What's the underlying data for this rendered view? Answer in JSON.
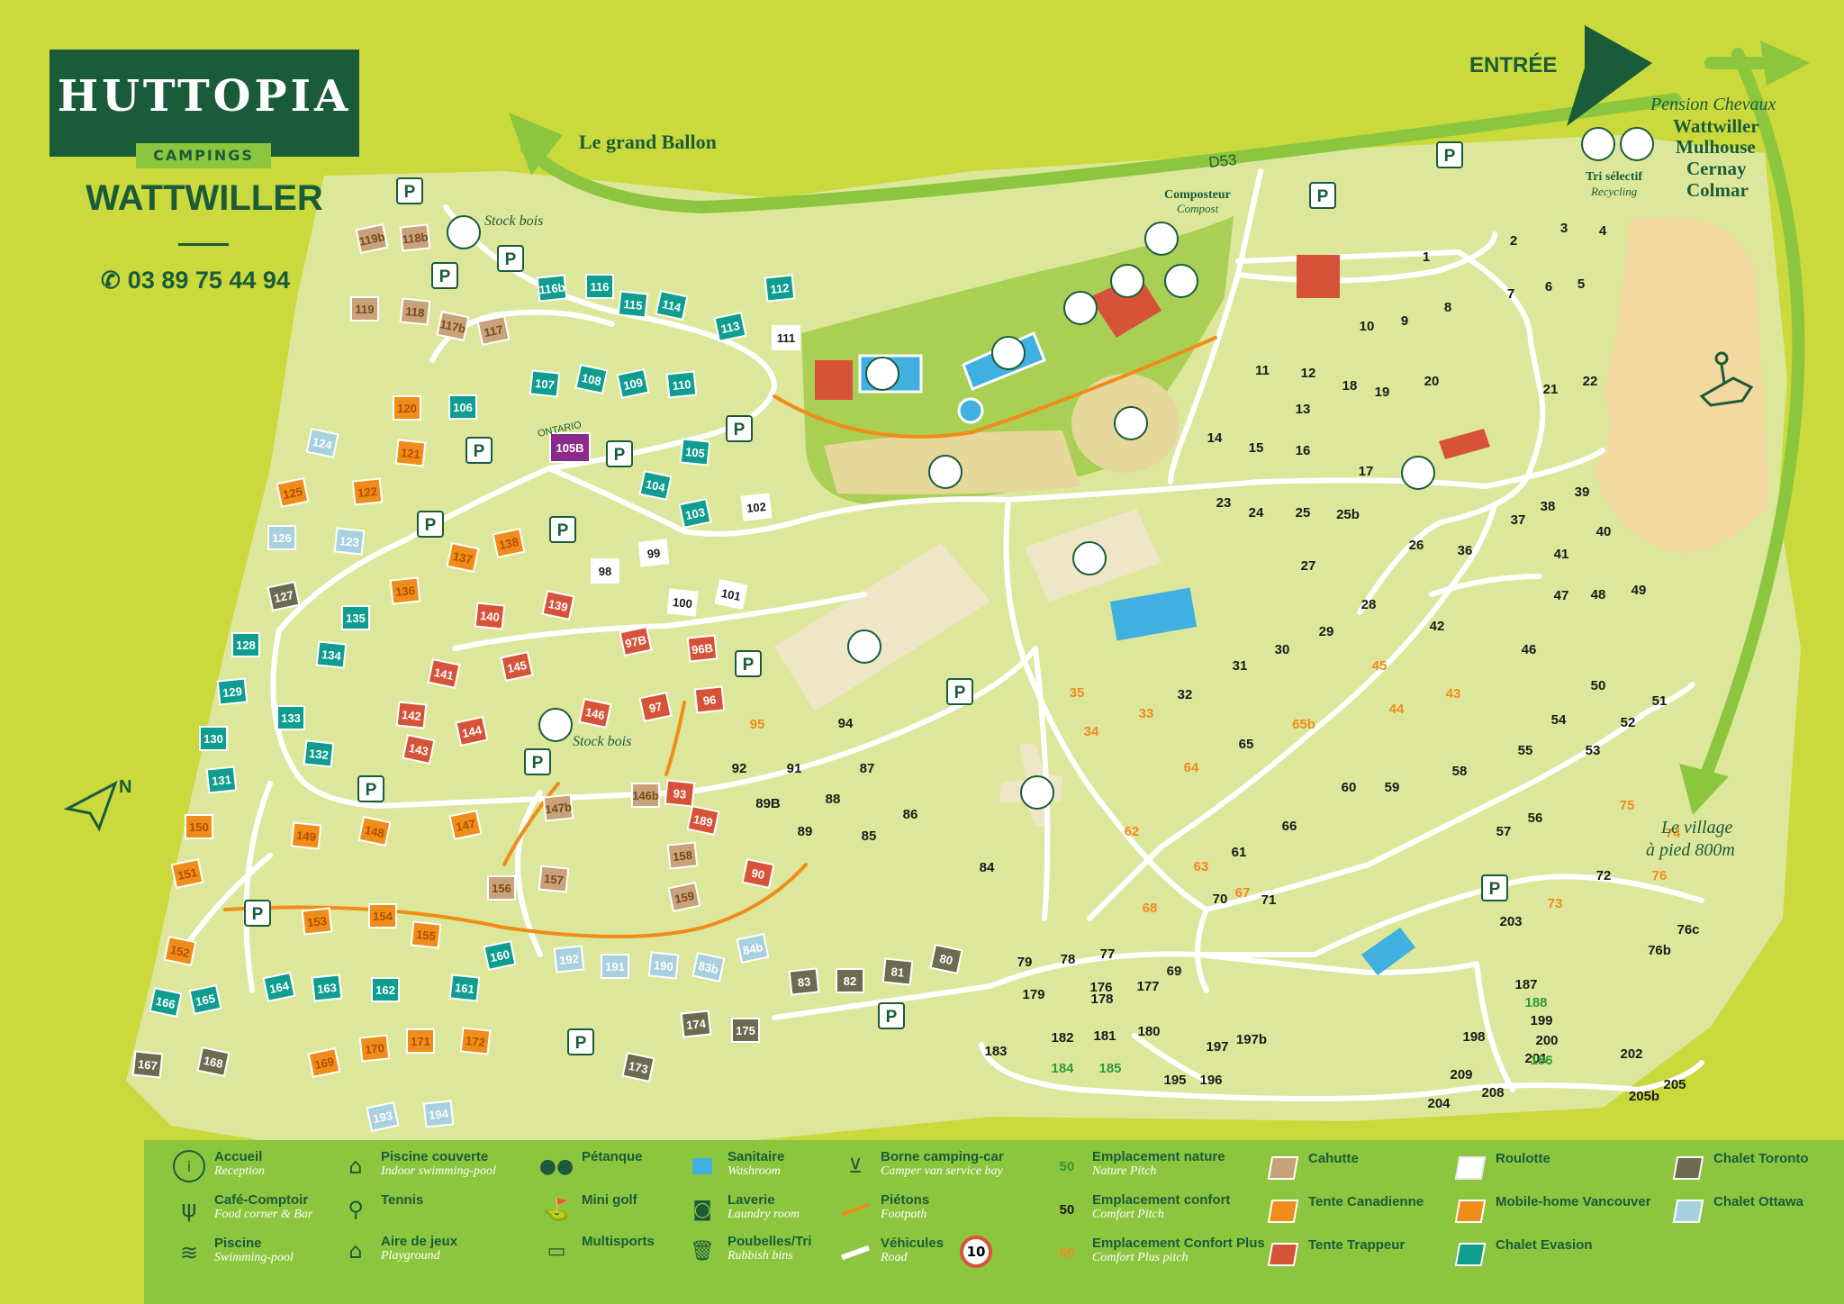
{
  "brand": {
    "name": "HUTTOPIA",
    "sub": "CAMPINGS",
    "site": "WATTWILLER",
    "phone": "03 89 75 44 94"
  },
  "map_labels": {
    "entree": "ENTRÉE",
    "grand_ballon": "Le grand Ballon",
    "d53": "D53",
    "pension": "Pension Chevaux",
    "towns": [
      "Wattwiller",
      "Mulhouse",
      "Cernay",
      "Colmar"
    ],
    "tri_title": "Tri sélectif",
    "tri_sub": "Recycling",
    "compost_title": "Composteur",
    "compost_sub": "Compost",
    "stock_bois_1": "Stock bois",
    "stock_bois_2": "Stock bois",
    "village": [
      "Le village",
      "à pied 800m"
    ],
    "north": "N",
    "ontario": "ONTARIO",
    "parking": "P"
  },
  "colors": {
    "background": "#cad93b",
    "camp": "#dde79c",
    "road": "#ffffff",
    "arrow": "#8cc63f",
    "dark_green": "#1a5c3a",
    "pool": "#3fb0e0",
    "roof": "#d6533a",
    "footpath": "#f08c1a",
    "sand": "#f3d9a0",
    "cahutte": "#c8a27a",
    "tente_canadienne": "#f08c1a",
    "tente_trappeur": "#d6533a",
    "roulotte": "#ffffff",
    "mobile_home": "#f08c1a",
    "chalet_evasion": "#0e9d8f",
    "chalet_toronto": "#6b6b52",
    "chalet_ottawa": "#a8d1df",
    "nature_pitch": "#2e9a3a",
    "comfort_plus": "#f08c1a"
  },
  "icons": [
    "reception-icon",
    "cafe-icon",
    "swimming-pool-icon",
    "indoor-pool-icon",
    "tennis-icon",
    "playground-icon",
    "petanque-icon",
    "minigolf-icon",
    "multisports-icon",
    "washroom-icon",
    "laundry-icon",
    "bin-icon",
    "camper-service-icon",
    "speed-limit-icon",
    "horse-rider-icon",
    "north-arrow-icon",
    "phone-icon"
  ],
  "units": [
    {
      "n": "119b",
      "t": "cahutte"
    },
    {
      "n": "118b",
      "t": "cahutte"
    },
    {
      "n": "119",
      "t": "cahutte"
    },
    {
      "n": "118",
      "t": "cahutte"
    },
    {
      "n": "117b",
      "t": "cahutte"
    },
    {
      "n": "117",
      "t": "cahutte"
    },
    {
      "n": "116b",
      "t": "evasion"
    },
    {
      "n": "116",
      "t": "evasion"
    },
    {
      "n": "115",
      "t": "evasion"
    },
    {
      "n": "114",
      "t": "evasion"
    },
    {
      "n": "113",
      "t": "evasion"
    },
    {
      "n": "112",
      "t": "evasion"
    },
    {
      "n": "111",
      "t": "roulotte"
    },
    {
      "n": "107",
      "t": "evasion"
    },
    {
      "n": "108",
      "t": "evasion"
    },
    {
      "n": "109",
      "t": "evasion"
    },
    {
      "n": "110",
      "t": "evasion"
    },
    {
      "n": "106",
      "t": "evasion"
    },
    {
      "n": "105",
      "t": "evasion"
    },
    {
      "n": "104",
      "t": "evasion"
    },
    {
      "n": "103",
      "t": "evasion"
    },
    {
      "n": "102",
      "t": "roulotte"
    },
    {
      "n": "120",
      "t": "mobilehome"
    },
    {
      "n": "121",
      "t": "mobilehome"
    },
    {
      "n": "124",
      "t": "ottawa"
    },
    {
      "n": "125",
      "t": "mobilehome"
    },
    {
      "n": "122",
      "t": "mobilehome"
    },
    {
      "n": "126",
      "t": "ottawa"
    },
    {
      "n": "123",
      "t": "ottawa"
    },
    {
      "n": "137",
      "t": "mobilehome"
    },
    {
      "n": "138",
      "t": "mobilehome"
    },
    {
      "n": "99",
      "t": "roulotte"
    },
    {
      "n": "98",
      "t": "roulotte"
    },
    {
      "n": "100",
      "t": "roulotte"
    },
    {
      "n": "101",
      "t": "roulotte"
    },
    {
      "n": "127",
      "t": "toronto"
    },
    {
      "n": "136",
      "t": "mobilehome"
    },
    {
      "n": "135",
      "t": "evasion"
    },
    {
      "n": "140",
      "t": "trappeur"
    },
    {
      "n": "139",
      "t": "trappeur"
    },
    {
      "n": "97B",
      "t": "trappeur"
    },
    {
      "n": "96B",
      "t": "trappeur"
    },
    {
      "n": "128",
      "t": "evasion"
    },
    {
      "n": "134",
      "t": "evasion"
    },
    {
      "n": "141",
      "t": "trappeur"
    },
    {
      "n": "145",
      "t": "trappeur"
    },
    {
      "n": "129",
      "t": "evasion"
    },
    {
      "n": "133",
      "t": "evasion"
    },
    {
      "n": "142",
      "t": "trappeur"
    },
    {
      "n": "146",
      "t": "trappeur"
    },
    {
      "n": "97",
      "t": "trappeur"
    },
    {
      "n": "96",
      "t": "trappeur"
    },
    {
      "n": "130",
      "t": "evasion"
    },
    {
      "n": "132",
      "t": "evasion"
    },
    {
      "n": "143",
      "t": "trappeur"
    },
    {
      "n": "144",
      "t": "trappeur"
    },
    {
      "n": "131",
      "t": "evasion"
    },
    {
      "n": "150",
      "t": "mobilehome"
    },
    {
      "n": "149",
      "t": "mobilehome"
    },
    {
      "n": "148",
      "t": "mobilehome"
    },
    {
      "n": "147",
      "t": "mobilehome"
    },
    {
      "n": "147b",
      "t": "cahutte"
    },
    {
      "n": "146b",
      "t": "cahutte"
    },
    {
      "n": "93",
      "t": "trappeur"
    },
    {
      "n": "189",
      "t": "trappeur"
    },
    {
      "n": "151",
      "t": "mobilehome"
    },
    {
      "n": "158",
      "t": "cahutte"
    },
    {
      "n": "156",
      "t": "cahutte"
    },
    {
      "n": "157",
      "t": "cahutte"
    },
    {
      "n": "90",
      "t": "trappeur"
    },
    {
      "n": "159",
      "t": "cahutte"
    },
    {
      "n": "153",
      "t": "mobilehome"
    },
    {
      "n": "154",
      "t": "mobilehome"
    },
    {
      "n": "155",
      "t": "mobilehome"
    },
    {
      "n": "152",
      "t": "mobilehome"
    },
    {
      "n": "160",
      "t": "evasion"
    },
    {
      "n": "192",
      "t": "ottawa"
    },
    {
      "n": "191",
      "t": "ottawa"
    },
    {
      "n": "190",
      "t": "ottawa"
    },
    {
      "n": "83b",
      "t": "ottawa"
    },
    {
      "n": "84b",
      "t": "ottawa"
    },
    {
      "n": "83",
      "t": "toronto"
    },
    {
      "n": "82",
      "t": "toronto"
    },
    {
      "n": "81",
      "t": "toronto"
    },
    {
      "n": "80",
      "t": "toronto"
    },
    {
      "n": "164",
      "t": "evasion"
    },
    {
      "n": "163",
      "t": "evasion"
    },
    {
      "n": "162",
      "t": "evasion"
    },
    {
      "n": "161",
      "t": "evasion"
    },
    {
      "n": "166",
      "t": "evasion"
    },
    {
      "n": "165",
      "t": "evasion"
    },
    {
      "n": "174",
      "t": "toronto"
    },
    {
      "n": "175",
      "t": "toronto"
    },
    {
      "n": "167",
      "t": "toronto"
    },
    {
      "n": "168",
      "t": "toronto"
    },
    {
      "n": "169",
      "t": "mobilehome"
    },
    {
      "n": "170",
      "t": "mobilehome"
    },
    {
      "n": "171",
      "t": "mobilehome"
    },
    {
      "n": "172",
      "t": "mobilehome"
    },
    {
      "n": "173",
      "t": "toronto"
    },
    {
      "n": "193",
      "t": "ottawa"
    },
    {
      "n": "194",
      "t": "ottawa"
    },
    {
      "n": "105B",
      "t": "ontario"
    }
  ],
  "pitches": [
    {
      "n": "1",
      "c": "confort"
    },
    {
      "n": "2",
      "c": "confort"
    },
    {
      "n": "3",
      "c": "confort"
    },
    {
      "n": "4",
      "c": "confort"
    },
    {
      "n": "5",
      "c": "confort"
    },
    {
      "n": "6",
      "c": "confort"
    },
    {
      "n": "7",
      "c": "confort"
    },
    {
      "n": "8",
      "c": "confort"
    },
    {
      "n": "9",
      "c": "confort"
    },
    {
      "n": "10",
      "c": "confort"
    },
    {
      "n": "11",
      "c": "confort"
    },
    {
      "n": "12",
      "c": "confort"
    },
    {
      "n": "13",
      "c": "confort"
    },
    {
      "n": "18",
      "c": "confort"
    },
    {
      "n": "19",
      "c": "confort"
    },
    {
      "n": "20",
      "c": "confort"
    },
    {
      "n": "21",
      "c": "confort"
    },
    {
      "n": "22",
      "c": "confort"
    },
    {
      "n": "14",
      "c": "confort"
    },
    {
      "n": "15",
      "c": "confort"
    },
    {
      "n": "16",
      "c": "confort"
    },
    {
      "n": "17",
      "c": "confort"
    },
    {
      "n": "23",
      "c": "confort"
    },
    {
      "n": "24",
      "c": "confort"
    },
    {
      "n": "25",
      "c": "confort"
    },
    {
      "n": "25b",
      "c": "confort"
    },
    {
      "n": "26",
      "c": "confort"
    },
    {
      "n": "36",
      "c": "confort"
    },
    {
      "n": "37",
      "c": "confort"
    },
    {
      "n": "38",
      "c": "confort"
    },
    {
      "n": "39",
      "c": "confort"
    },
    {
      "n": "40",
      "c": "confort"
    },
    {
      "n": "41",
      "c": "confort"
    },
    {
      "n": "27",
      "c": "confort"
    },
    {
      "n": "28",
      "c": "confort"
    },
    {
      "n": "47",
      "c": "confort"
    },
    {
      "n": "48",
      "c": "confort"
    },
    {
      "n": "49",
      "c": "confort"
    },
    {
      "n": "29",
      "c": "confort"
    },
    {
      "n": "30",
      "c": "confort"
    },
    {
      "n": "31",
      "c": "confort"
    },
    {
      "n": "42",
      "c": "confort"
    },
    {
      "n": "46",
      "c": "confort"
    },
    {
      "n": "45",
      "c": "plus"
    },
    {
      "n": "32",
      "c": "confort"
    },
    {
      "n": "33",
      "c": "plus"
    },
    {
      "n": "35",
      "c": "plus"
    },
    {
      "n": "34",
      "c": "plus"
    },
    {
      "n": "44",
      "c": "plus"
    },
    {
      "n": "43",
      "c": "plus"
    },
    {
      "n": "50",
      "c": "confort"
    },
    {
      "n": "51",
      "c": "confort"
    },
    {
      "n": "52",
      "c": "confort"
    },
    {
      "n": "54",
      "c": "confort"
    },
    {
      "n": "53",
      "c": "confort"
    },
    {
      "n": "55",
      "c": "confort"
    },
    {
      "n": "65b",
      "c": "plus"
    },
    {
      "n": "65",
      "c": "confort"
    },
    {
      "n": "64",
      "c": "plus"
    },
    {
      "n": "58",
      "c": "confort"
    },
    {
      "n": "60",
      "c": "confort"
    },
    {
      "n": "59",
      "c": "confort"
    },
    {
      "n": "95",
      "c": "plus"
    },
    {
      "n": "94",
      "c": "confort"
    },
    {
      "n": "92",
      "c": "confort"
    },
    {
      "n": "91",
      "c": "confort"
    },
    {
      "n": "87",
      "c": "confort"
    },
    {
      "n": "89B",
      "c": "confort"
    },
    {
      "n": "88",
      "c": "confort"
    },
    {
      "n": "86",
      "c": "confort"
    },
    {
      "n": "89",
      "c": "confort"
    },
    {
      "n": "85",
      "c": "confort"
    },
    {
      "n": "84",
      "c": "confort"
    },
    {
      "n": "66",
      "c": "confort"
    },
    {
      "n": "61",
      "c": "confort"
    },
    {
      "n": "63",
      "c": "plus"
    },
    {
      "n": "62",
      "c": "plus"
    },
    {
      "n": "67",
      "c": "plus"
    },
    {
      "n": "57",
      "c": "confort"
    },
    {
      "n": "56",
      "c": "confort"
    },
    {
      "n": "75",
      "c": "plus"
    },
    {
      "n": "74",
      "c": "plus"
    },
    {
      "n": "76",
      "c": "plus"
    },
    {
      "n": "72",
      "c": "confort"
    },
    {
      "n": "73",
      "c": "plus"
    },
    {
      "n": "71",
      "c": "confort"
    },
    {
      "n": "70",
      "c": "confort"
    },
    {
      "n": "203",
      "c": "confort"
    },
    {
      "n": "76c",
      "c": "confort"
    },
    {
      "n": "76b",
      "c": "confort"
    },
    {
      "n": "68",
      "c": "plus"
    },
    {
      "n": "79",
      "c": "confort"
    },
    {
      "n": "78",
      "c": "confort"
    },
    {
      "n": "77",
      "c": "confort"
    },
    {
      "n": "69",
      "c": "confort"
    },
    {
      "n": "179",
      "c": "confort"
    },
    {
      "n": "176",
      "c": "confort"
    },
    {
      "n": "177",
      "c": "confort"
    },
    {
      "n": "178",
      "c": "confort"
    },
    {
      "n": "187",
      "c": "confort"
    },
    {
      "n": "188",
      "c": "nature"
    },
    {
      "n": "199",
      "c": "confort"
    },
    {
      "n": "200",
      "c": "confort"
    },
    {
      "n": "201",
      "c": "confort"
    },
    {
      "n": "186",
      "c": "nature"
    },
    {
      "n": "180",
      "c": "confort"
    },
    {
      "n": "181",
      "c": "confort"
    },
    {
      "n": "182",
      "c": "confort"
    },
    {
      "n": "183",
      "c": "confort"
    },
    {
      "n": "197",
      "c": "confort"
    },
    {
      "n": "197b",
      "c": "confort"
    },
    {
      "n": "198",
      "c": "confort"
    },
    {
      "n": "202",
      "c": "confort"
    },
    {
      "n": "184",
      "c": "nature"
    },
    {
      "n": "185",
      "c": "nature"
    },
    {
      "n": "195",
      "c": "confort"
    },
    {
      "n": "196",
      "c": "confort"
    },
    {
      "n": "209",
      "c": "confort"
    },
    {
      "n": "204",
      "c": "confort"
    },
    {
      "n": "208",
      "c": "confort"
    },
    {
      "n": "205",
      "c": "confort"
    },
    {
      "n": "205b",
      "c": "confort"
    }
  ],
  "legend": {
    "accueil": {
      "l1": "Accueil",
      "l2": "Reception"
    },
    "cafe": {
      "l1": "Café-Comptoir",
      "l2": "Food corner & Bar"
    },
    "piscine": {
      "l1": "Piscine",
      "l2": "Swimming-pool"
    },
    "piscine_couverte": {
      "l1": "Piscine couverte",
      "l2": "Indoor swimming-pool"
    },
    "tennis": {
      "l1": "Tennis",
      "l2": ""
    },
    "aire_jeux": {
      "l1": "Aire de jeux",
      "l2": "Playground"
    },
    "petanque": {
      "l1": "Pétanque",
      "l2": ""
    },
    "minigolf": {
      "l1": "Mini golf",
      "l2": ""
    },
    "multisports": {
      "l1": "Multisports",
      "l2": ""
    },
    "sanitaire": {
      "l1": "Sanitaire",
      "l2": "Washroom"
    },
    "laverie": {
      "l1": "Laverie",
      "l2": "Laundry room"
    },
    "poubelles": {
      "l1": "Poubelles/Tri",
      "l2": "Rubbish bins"
    },
    "borne": {
      "l1": "Borne camping-car",
      "l2": "Camper van service bay"
    },
    "pietons": {
      "l1": "Piétons",
      "l2": "Footpath"
    },
    "vehicules": {
      "l1": "Véhicules",
      "l2": "Road"
    },
    "speed": "10",
    "nature": {
      "num": "50",
      "l1": "Emplacement nature",
      "l2": "Nature Pitch"
    },
    "confort": {
      "num": "50",
      "l1": "Emplacement confort",
      "l2": "Comfort Pitch"
    },
    "confort_plus": {
      "num": "50",
      "l1": "Emplacement Confort Plus",
      "l2": "Comfort Plus pitch"
    },
    "cahutte": {
      "l1": "Cahutte"
    },
    "canadienne": {
      "l1": "Tente Canadienne"
    },
    "trappeur": {
      "l1": "Tente Trappeur"
    },
    "roulotte": {
      "l1": "Roulotte"
    },
    "mobilehome": {
      "l1": "Mobile-home Vancouver"
    },
    "evasion": {
      "l1": "Chalet Evasion"
    },
    "toronto": {
      "l1": "Chalet Toronto"
    },
    "ottawa": {
      "l1": "Chalet Ottawa"
    }
  }
}
